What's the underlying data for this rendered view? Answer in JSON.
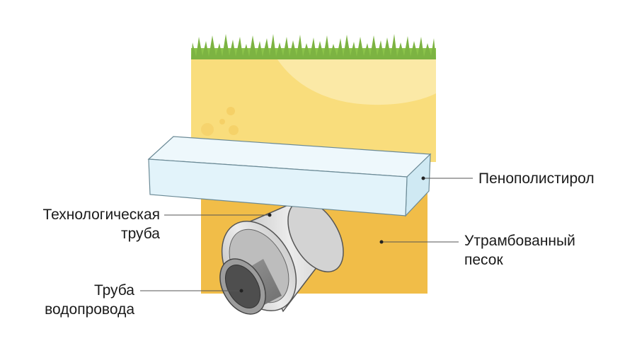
{
  "labels": {
    "polystyrene": "Пенополистирол",
    "tech_pipe_line1": "Технологическая",
    "tech_pipe_line2": "труба",
    "sand_line1": "Утрамбованный",
    "sand_line2": "песок",
    "water_pipe_line1": "Труба",
    "water_pipe_line2": "водопровода"
  },
  "colors": {
    "grass": "#8bc34a",
    "sand_top": "#f9dd7c",
    "sand_highlight": "#fbe9a6",
    "sand_bottom": "#f3c14d",
    "polystyrene": "#e6f5fb",
    "polystyrene_edge": "#c9e7f2",
    "tech_pipe": "#dcdcdc",
    "water_pipe": "#7c7c7c"
  }
}
